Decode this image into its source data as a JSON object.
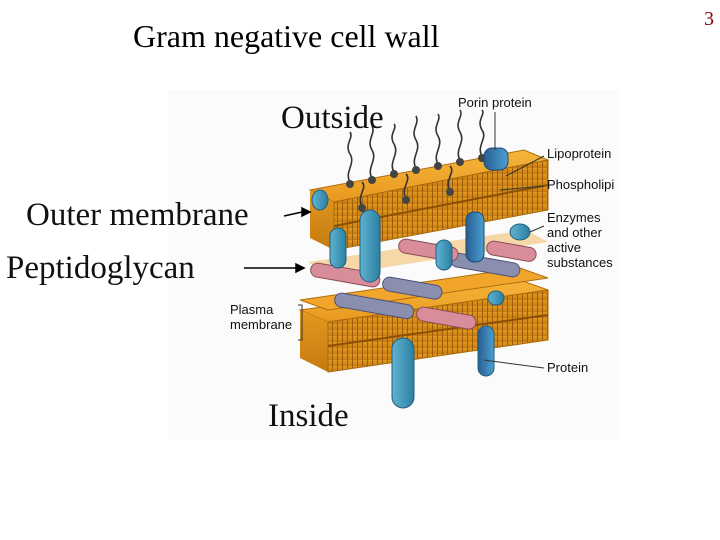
{
  "slide": {
    "title": "Gram negative cell wall",
    "page_number": "3"
  },
  "labels": {
    "outside": "Outside",
    "inside": "Inside",
    "outer_membrane": "Outer membrane",
    "peptidoglycan": "Peptidoglycan",
    "plasma_membrane_line1": "Plasma",
    "plasma_membrane_line2": "membrane",
    "porin_protein": "Porin protein",
    "lipoprotein": "Lipoprotein",
    "phospholipid": "Phospholipi",
    "enzymes_line1": "Enzymes",
    "enzymes_line2": "and other",
    "enzymes_line3": "active",
    "enzymes_line4": "substances",
    "protein": "Protein"
  },
  "colors": {
    "membrane_orange": "#f0a42a",
    "membrane_dark": "#c77c12",
    "protein_blue": "#3b8fb0",
    "porin_blue": "#2f6fa0",
    "peptidoglycan_pink": "#d98c9a",
    "peptidoglycan_gray": "#8a8fb0",
    "title_text": "#000000",
    "page_number_text": "#8b0000"
  }
}
